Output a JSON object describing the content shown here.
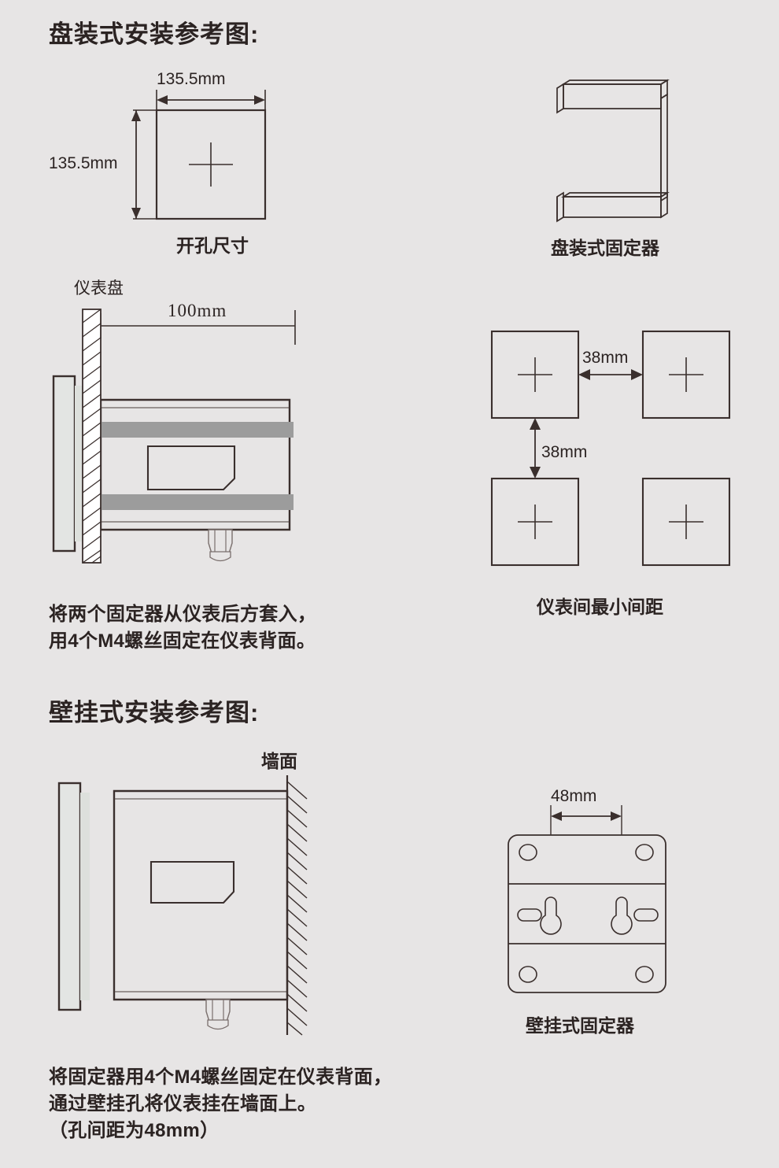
{
  "document": {
    "background_color": "#e7e5e5",
    "line_color": "#3a2f2d",
    "accent_gray": "#9c9c9c"
  },
  "sections": [
    {
      "id": "panel-mount",
      "title": "盘装式安装参考图:",
      "figures": [
        {
          "id": "cutout",
          "label": "开孔尺寸",
          "dimensions": {
            "width": "135.5mm",
            "height": "135.5mm"
          }
        },
        {
          "id": "panel-bracket",
          "label": "盘装式固定器"
        },
        {
          "id": "panel-side-view",
          "labels": {
            "panel": "仪表盘",
            "depth": "100mm"
          },
          "caption_lines": [
            "将两个固定器从仪表后方套入，",
            "用4个M4螺丝固定在仪表背面。"
          ]
        },
        {
          "id": "min-spacing",
          "label": "仪表间最小间距",
          "dimensions": {
            "horizontal": "38mm",
            "vertical": "38mm"
          }
        }
      ]
    },
    {
      "id": "wall-mount",
      "title": "壁挂式安装参考图:",
      "figures": [
        {
          "id": "wall-side-view",
          "labels": {
            "wall": "墙面"
          },
          "caption_lines": [
            "将固定器用4个M4螺丝固定在仪表背面，",
            "通过壁挂孔将仪表挂在墙面上。",
            "（孔间距为48mm）"
          ]
        },
        {
          "id": "wall-bracket",
          "label": "壁挂式固定器",
          "dimensions": {
            "hole_spacing": "48mm"
          }
        }
      ]
    }
  ],
  "labels": {
    "title_panel": "盘装式安装参考图:",
    "title_wall": "壁挂式安装参考图:",
    "cutout_dim_w": "135.5mm",
    "cutout_dim_h": "135.5mm",
    "cutout_label": "开孔尺寸",
    "panel_bracket_label": "盘装式固定器",
    "instrument_panel": "仪表盘",
    "depth_100": "100mm",
    "spacing_h": "38mm",
    "spacing_v": "38mm",
    "min_spacing_label": "仪表间最小间距",
    "panel_caption_l1": "将两个固定器从仪表后方套入，",
    "panel_caption_l2": "用4个M4螺丝固定在仪表背面。",
    "wall_surface": "墙面",
    "hole_spacing_48": "48mm",
    "wall_bracket_label": "壁挂式固定器",
    "wall_caption_l1": "将固定器用4个M4螺丝固定在仪表背面，",
    "wall_caption_l2": "通过壁挂孔将仪表挂在墙面上。",
    "wall_caption_l3": "（孔间距为48mm）"
  }
}
